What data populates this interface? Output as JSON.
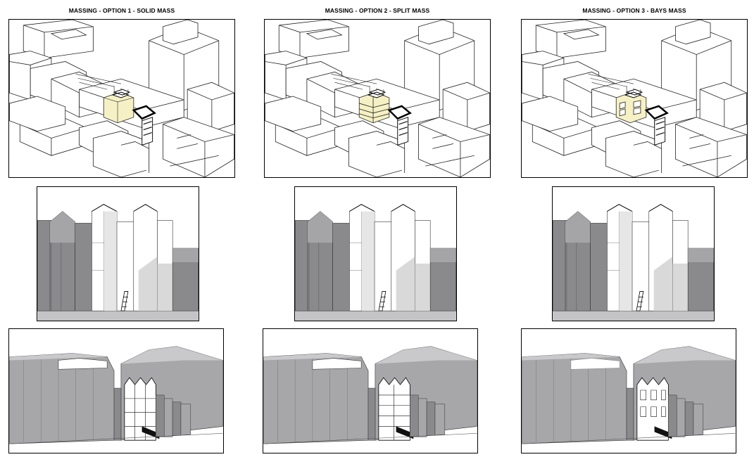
{
  "titles": [
    "MASSING - OPTION 1 - SOLID MASS",
    "MASSING - OPTION 2 - SPLIT MASS",
    "MASSING - OPTION 3 - BAYS MASS"
  ],
  "colors": {
    "massing_highlight": "#f6f1c4",
    "building_dark": "#8a8a8d",
    "building_mid": "#a7a7aa",
    "building_light": "#d9d9da",
    "ground": "#c4c4c6"
  }
}
